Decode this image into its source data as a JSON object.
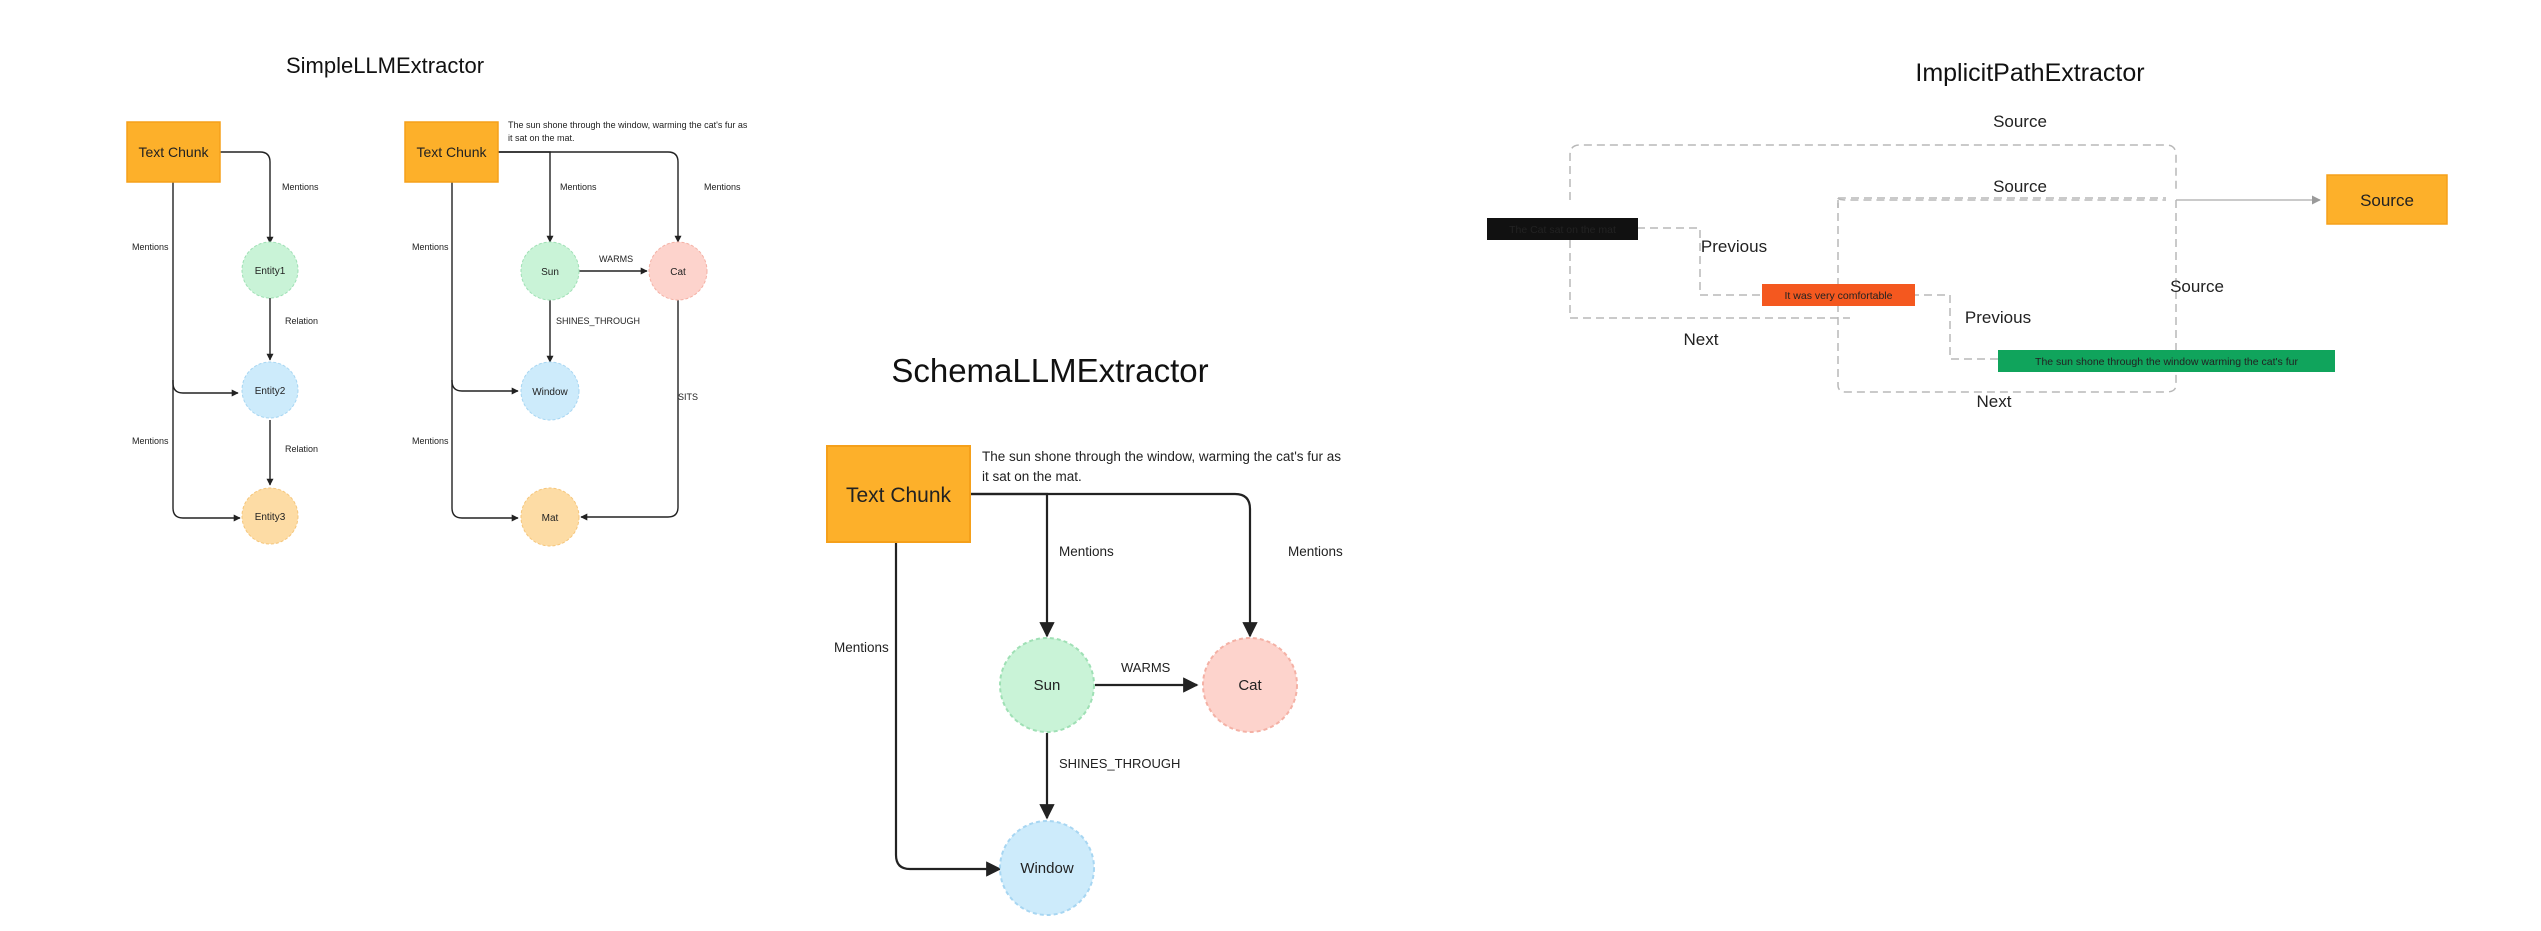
{
  "colors": {
    "chunk": "#FDB02A",
    "chunk_stroke": "#F5A01A",
    "green": "#C9F3D7",
    "blue": "#CDEBFB",
    "red": "#FDD3CC",
    "yellow": "#FDDCA5",
    "dark_label": "#111111",
    "orange_label": "#F4581F",
    "green_label": "#10A45C",
    "line": "#222222",
    "dashed": "#B8B8B8"
  },
  "simple": {
    "title": "SimpleLLMExtractor",
    "left": {
      "chunk": "Text Chunk",
      "entity1": "Entity1",
      "entity2": "Entity2",
      "entity3": "Entity3",
      "mentions1": "Mentions",
      "mentions2": "Mentions",
      "mentions3": "Mentions",
      "relation1": "Relation",
      "relation2": "Relation"
    },
    "right": {
      "chunk": "Text Chunk",
      "sentence_line1": "The sun shone through the window, warming the cat's fur as",
      "sentence_line2": "it sat on the mat.",
      "sun": "Sun",
      "cat": "Cat",
      "window": "Window",
      "mat": "Mat",
      "mentions_sun": "Mentions",
      "mentions_cat": "Mentions",
      "mentions_window": "Mentions",
      "mentions_mat": "Mentions",
      "warms": "WARMS",
      "shines": "SHINES_THROUGH",
      "sits_on": "SITS"
    }
  },
  "schema": {
    "title": "SchemaLLMExtractor",
    "chunk": "Text Chunk",
    "sentence_line1": "The sun shone through the window, warming the cat's fur as",
    "sentence_line2": "it sat on the mat.",
    "sun": "Sun",
    "cat": "Cat",
    "window": "Window",
    "mentions_sun": "Mentions",
    "mentions_cat": "Mentions",
    "mentions_window": "Mentions",
    "warms": "WARMS",
    "shines": "SHINES_THROUGH"
  },
  "implicit": {
    "title": "ImplicitPathExtractor",
    "node1": "The Cat sat on the mat",
    "node2": "It was very comfortable",
    "node3": "The sun shone through the window warming the cat's fur",
    "source_node": "Source",
    "source_top": "Source",
    "source_mid": "Source",
    "source_right": "Source",
    "previous1": "Previous",
    "previous2": "Previous",
    "next1": "Next",
    "next2": "Next"
  }
}
